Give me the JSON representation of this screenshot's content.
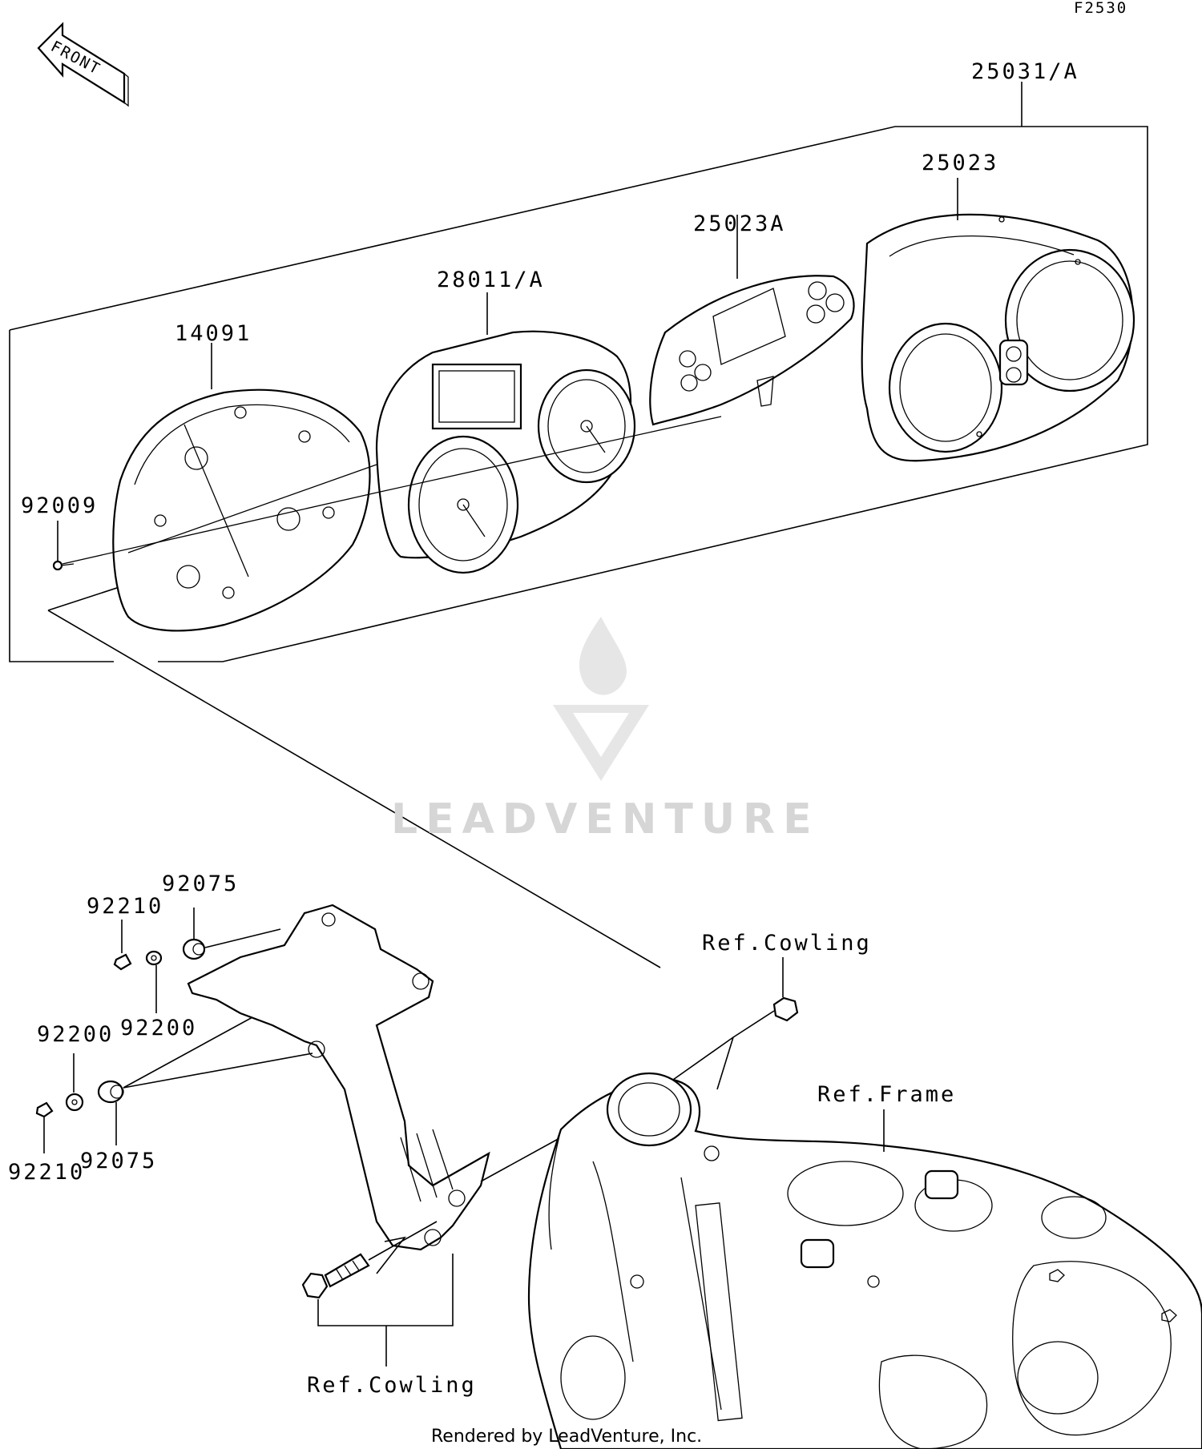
{
  "page": {
    "code": "F2530",
    "footer": "Rendered by LeadVenture, Inc.",
    "watermark": "LEADVENTURE",
    "front_arrow": "FRONT"
  },
  "callouts": {
    "assembly": "25031/A",
    "cover": "25023",
    "panel": "25023A",
    "gauge_unit": "28011/A",
    "case": "14091",
    "screw": "92009",
    "grommet_top": "92075",
    "nut_top": "92210",
    "washer_top": "92200",
    "washer_left": "92200",
    "grommet_bottom": "92075",
    "nut_bottom": "92210",
    "ref_cowling_top": "Ref.Cowling",
    "ref_frame": "Ref.Frame",
    "ref_cowling_bottom": "Ref.Cowling"
  }
}
